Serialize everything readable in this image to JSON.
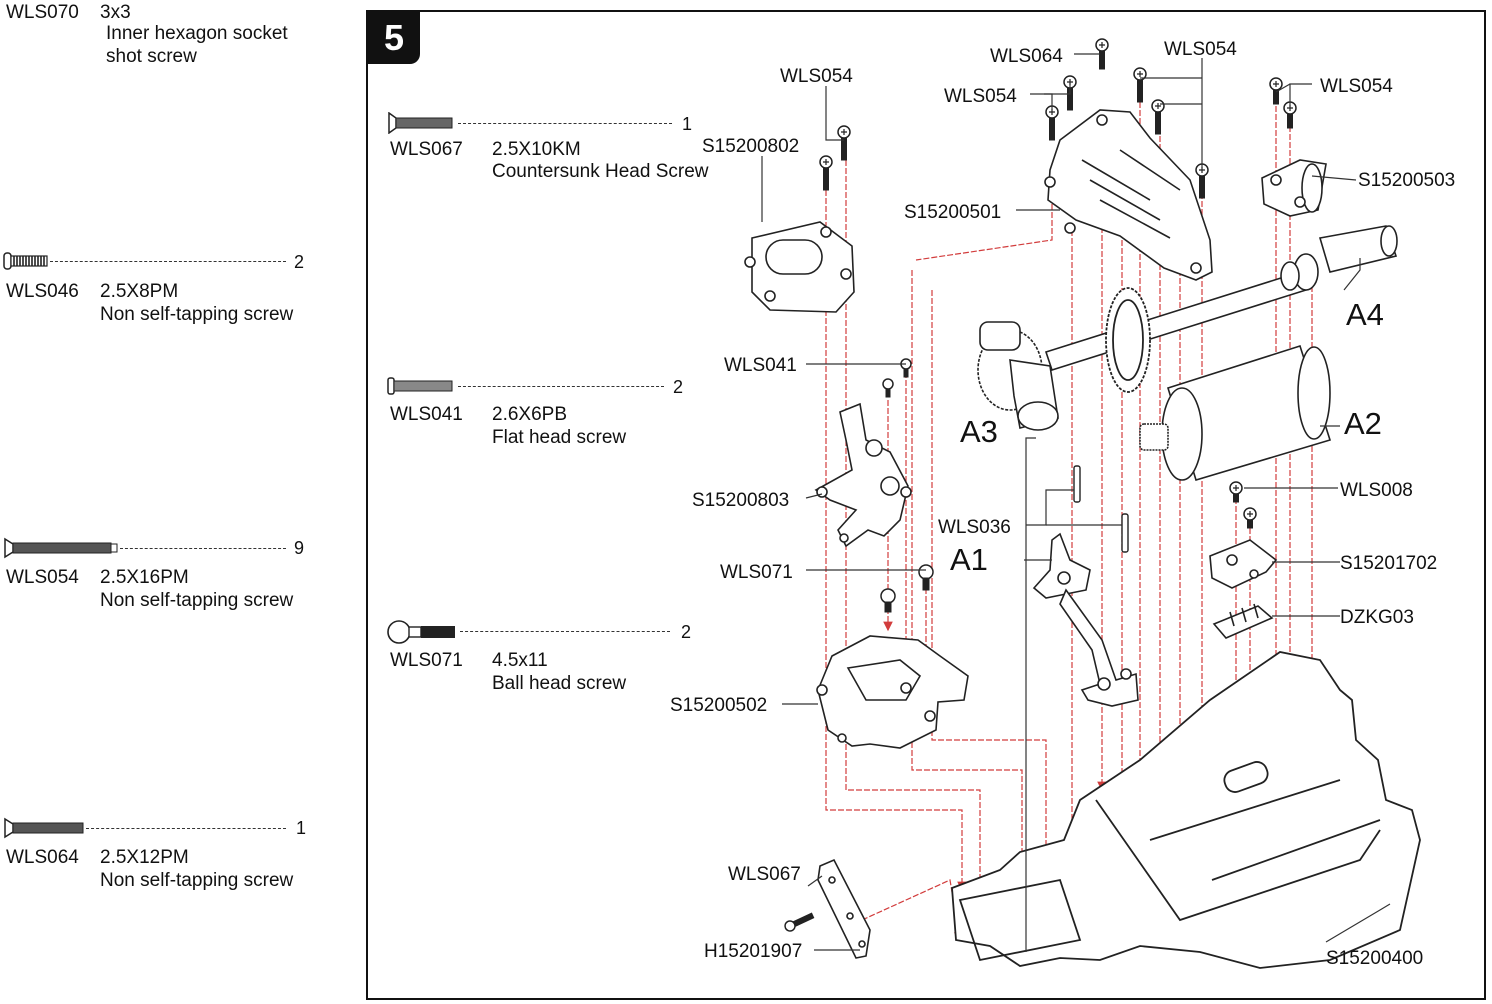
{
  "step_number": "5",
  "sidebar_parts": [
    {
      "code": "WLS070",
      "size": "3x3",
      "name_line1": "Inner hexagon socket",
      "name_line2": "shot screw",
      "qty": ""
    },
    {
      "code": "WLS046",
      "size": "2.5X8PM",
      "name_line1": "Non self-tapping screw",
      "name_line2": "",
      "qty": "2"
    },
    {
      "code": "WLS054",
      "size": "2.5X16PM",
      "name_line1": "Non self-tapping screw",
      "name_line2": "",
      "qty": "9"
    },
    {
      "code": "WLS064",
      "size": "2.5X12PM",
      "name_line1": "Non self-tapping screw",
      "name_line2": "",
      "qty": "1"
    }
  ],
  "panel_parts": [
    {
      "code": "WLS067",
      "size": "2.5X10KM",
      "name": "Countersunk Head Screw",
      "qty": "1"
    },
    {
      "code": "WLS041",
      "size": "2.6X6PB",
      "name": "Flat head screw",
      "qty": "2"
    },
    {
      "code": "WLS071",
      "size": "4.5x11",
      "name": "Ball head screw",
      "qty": "2"
    }
  ],
  "callouts": {
    "wls054_a": "WLS054",
    "s15200802": "S15200802",
    "wls064": "WLS064",
    "wls054_b": "WLS054",
    "wls054_c": "WLS054",
    "wls054_d": "WLS054",
    "s15200501": "S15200501",
    "s15200503": "S15200503",
    "wls041": "WLS041",
    "s15200803": "S15200803",
    "wls036": "WLS036",
    "wls008": "WLS008",
    "s15201702": "S15201702",
    "wls071": "WLS071",
    "dzkg03": "DZKG03",
    "s15200502": "S15200502",
    "wls067": "WLS067",
    "h15201907": "H15201907",
    "s15200400": "S15200400"
  },
  "assemblies": {
    "a1": "A1",
    "a2": "A2",
    "a3": "A3",
    "a4": "A4"
  },
  "colors": {
    "line": "#111111",
    "guide": "#d23c3c",
    "badge": "#111111"
  }
}
